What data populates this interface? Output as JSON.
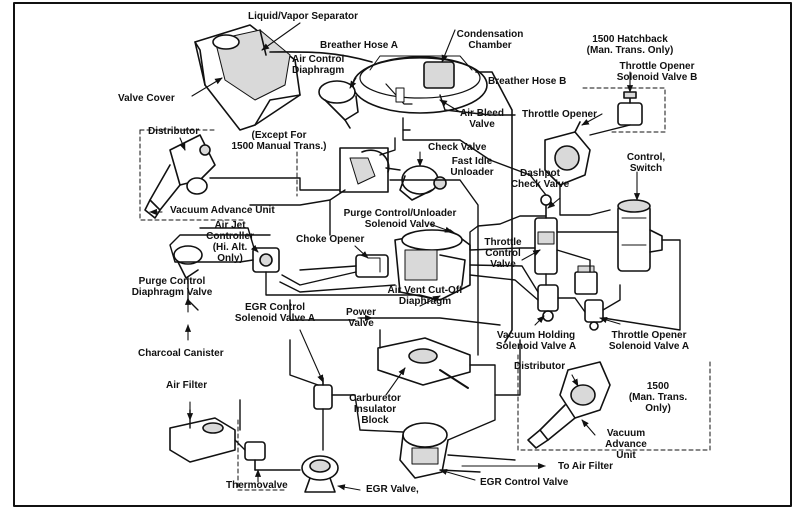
{
  "labels": {
    "liquid_vapor_separator": "Liquid/Vapor Separator",
    "breather_hose_a": "Breather Hose A",
    "condensation_chamber": "Condensation\nChamber",
    "hatchback_note": "1500 Hatchback\n(Man. Trans. Only)",
    "throttle_opener_sv_b": "Throttle Opener\nSolenoid Valve B",
    "air_control_diaphragm": "Air Control\nDiaphragm",
    "breather_hose_b": "Breather Hose B",
    "valve_cover": "Valve Cover",
    "air_bleed_valve": "Air Bleed\nValve",
    "throttle_opener": "Throttle Opener",
    "distributor_left": "Distributor",
    "except_note": "(Except For\n1500 Manual Trans.)",
    "check_valve": "Check Valve",
    "fast_idle_unloader": "Fast Idle\nUnloader",
    "control_switch": "Control,\nSwitch",
    "dashpot_check_valve": "Dashpot\nCheck Valve",
    "vacuum_advance_unit": "Vacuum Advance Unit",
    "purge_control_unloader_sv": "Purge Control/Unloader\nSolenoid Valve",
    "air_jet_controller": "Air Jet\nController\n(Hi. Alt.\nOnly)",
    "choke_opener": "Choke Opener",
    "throttle_control_valve": "Throttle\nControl\nValve",
    "purge_control_diaphragm_valve": "Purge Control\nDiaphragm Valve",
    "air_vent_cutoff_diaphragm": "Air Vent Cut-Off\nDiaphragm",
    "egr_control_sv_a": "EGR Control\nSolenoid Valve A",
    "power_valve": "Power\nValve",
    "vacuum_holding_sv_a": "Vacuum Holding\nSolenoid Valve A",
    "throttle_opener_sv_a": "Throttle Opener\nSolenoid Valve A",
    "charcoal_canister": "Charcoal Canister",
    "distributor_right": "Distributor",
    "air_filter": "Air Filter",
    "carb_insulator_block": "Carburetor\nInsulator\nBlock",
    "model_1500_note": "1500\n(Man. Trans.\nOnly)",
    "vacuum_advance_unit_right": "Vacuum\nAdvance\nUnit",
    "to_air_filter": "To Air Filter",
    "thermovalve": "Thermovalve",
    "egr_valve": "EGR Valve,",
    "egr_control_valve": "EGR Control Valve"
  },
  "colors": {
    "ink": "#111111",
    "paper": "#ffffff",
    "shade": "#d9d9d9"
  }
}
